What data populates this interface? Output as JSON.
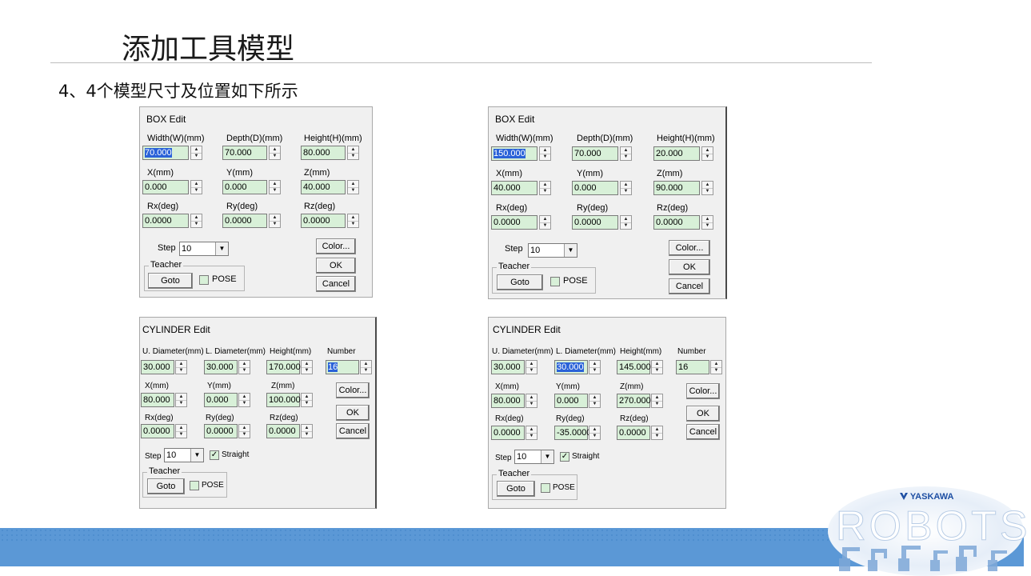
{
  "slide": {
    "title": "添加工具模型",
    "subtitle": "4、4个模型尺寸及位置如下所示"
  },
  "common": {
    "step_label": "Step",
    "teacher_label": "Teacher",
    "goto_label": "Goto",
    "pose_label": "POSE",
    "color_label": "Color...",
    "ok_label": "OK",
    "cancel_label": "Cancel",
    "straight_label": "Straight",
    "check_mark": "✓"
  },
  "box1": {
    "title": "BOX Edit",
    "labels": [
      "Width(W)(mm)",
      "Depth(D)(mm)",
      "Height(H)(mm)",
      "X(mm)",
      "Y(mm)",
      "Z(mm)",
      "Rx(deg)",
      "Ry(deg)",
      "Rz(deg)"
    ],
    "values": [
      "70.000",
      "70.000",
      "80.000",
      "0.000",
      "0.000",
      "40.000",
      "0.0000",
      "0.0000",
      "0.0000"
    ],
    "step": "10"
  },
  "box2": {
    "title": "BOX Edit",
    "labels": [
      "Width(W)(mm)",
      "Depth(D)(mm)",
      "Height(H)(mm)",
      "X(mm)",
      "Y(mm)",
      "Z(mm)",
      "Rx(deg)",
      "Ry(deg)",
      "Rz(deg)"
    ],
    "values": [
      "150.000",
      "70.000",
      "20.000",
      "40.000",
      "0.000",
      "90.000",
      "0.0000",
      "0.0000",
      "0.0000"
    ],
    "step": "10"
  },
  "cyl1": {
    "title": "CYLINDER Edit",
    "labels": [
      "U. Diameter(mm)",
      "L. Diameter(mm)",
      "Height(mm)",
      "Number",
      "X(mm)",
      "Y(mm)",
      "Z(mm)",
      "Rx(deg)",
      "Ry(deg)",
      "Rz(deg)"
    ],
    "values": [
      "30.000",
      "30.000",
      "170.000",
      "16",
      "80.000",
      "0.000",
      "100.000",
      "0.0000",
      "0.0000",
      "0.0000"
    ],
    "step": "10"
  },
  "cyl2": {
    "title": "CYLINDER Edit",
    "labels": [
      "U. Diameter(mm)",
      "L. Diameter(mm)",
      "Height(mm)",
      "Number",
      "X(mm)",
      "Y(mm)",
      "Z(mm)",
      "Rx(deg)",
      "Ry(deg)",
      "Rz(deg)"
    ],
    "values": [
      "30.000",
      "30.000",
      "145.000",
      "16",
      "80.000",
      "0.000",
      "270.000",
      "0.0000",
      "-35.0000",
      "0.0000"
    ],
    "step": "10"
  },
  "logo": {
    "brand": "YASKAWA",
    "word": "ROBOTS"
  },
  "colors": {
    "field_bg": "#d8f0d8",
    "selection": "#2a62d8",
    "footer": "#5b98d6",
    "dialog_bg": "#f0f0f0"
  }
}
